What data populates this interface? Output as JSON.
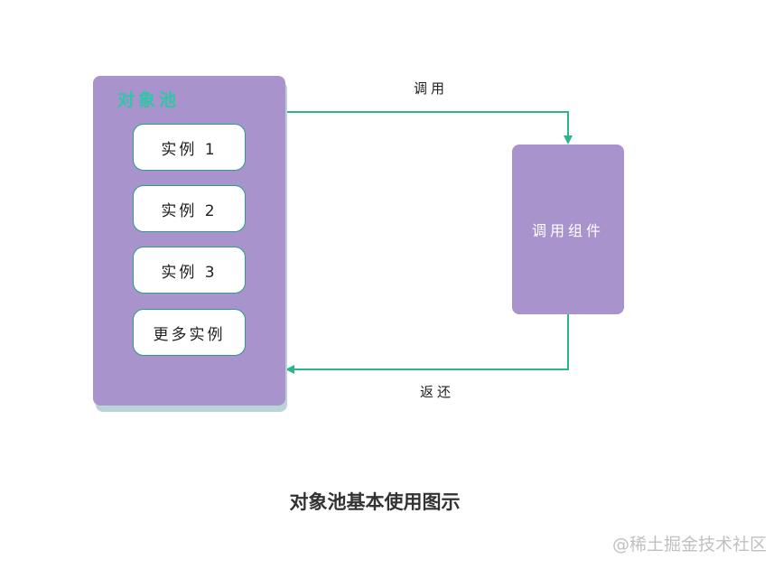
{
  "pool": {
    "title": "对象池",
    "instances": [
      "实例 1",
      "实例 2",
      "实例 3",
      "更多实例"
    ]
  },
  "component": {
    "label": "调用组件"
  },
  "edges": {
    "call_label": "调用",
    "return_label": "返还"
  },
  "caption": "对象池基本使用图示",
  "watermark": "@稀土掘金技术社区",
  "colors": {
    "box_fill": "#a893cc",
    "arrow": "#2bb58f",
    "title_accent": "#2ec6a6"
  }
}
